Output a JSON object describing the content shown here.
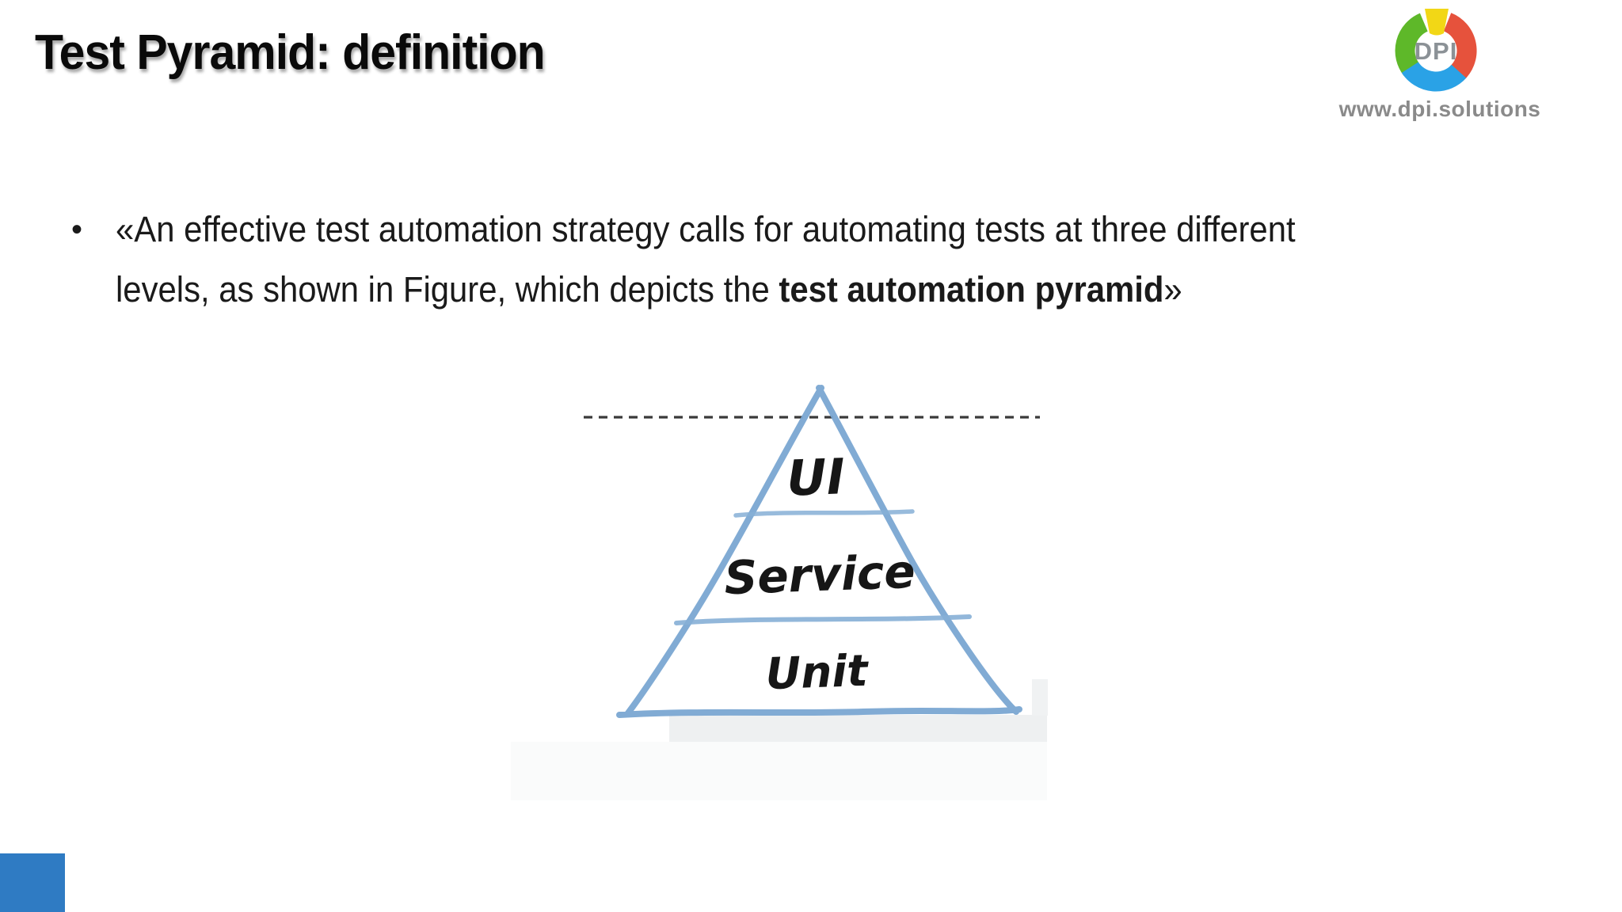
{
  "title": "Test Pyramid: definition",
  "logo": {
    "acronym": "DPI",
    "website": "www.dpi.solutions",
    "colors": {
      "green": "#5eb829",
      "yellow": "#f2d716",
      "red": "#e6523c",
      "blue": "#2aa2e6",
      "gray_text": "#8b9196"
    }
  },
  "bullet": {
    "marker": "•",
    "line1": "«An effective test automation strategy calls for automating tests at three different",
    "line2_before_bold": "levels, as shown in Figure, which depicts the ",
    "line2_bold": "test automation pyramid",
    "line2_after_bold": "»"
  },
  "diagram": {
    "type": "pyramid",
    "levels": [
      {
        "label": "UI"
      },
      {
        "label": "Service"
      },
      {
        "label": "Unit"
      }
    ],
    "stroke_color": "#7aa6d2",
    "divider_color": "#86afd6",
    "dashed_line_color": "#3a3a3a",
    "label_color": "#161616"
  },
  "decor": {
    "corner_color": "#2f7bc3"
  }
}
